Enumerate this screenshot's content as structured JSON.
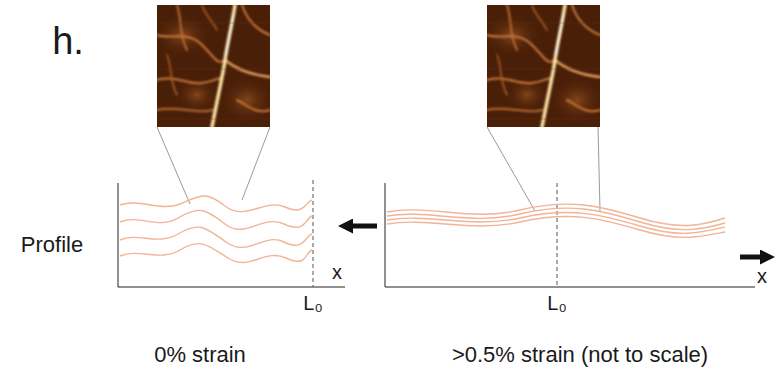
{
  "diagram": {
    "labels": [
      "h.",
      "Profile",
      "x",
      "L₀",
      "L₀",
      "x",
      "0% strain",
      ">0.5% strain (not to scale)"
    ]
  }
}
